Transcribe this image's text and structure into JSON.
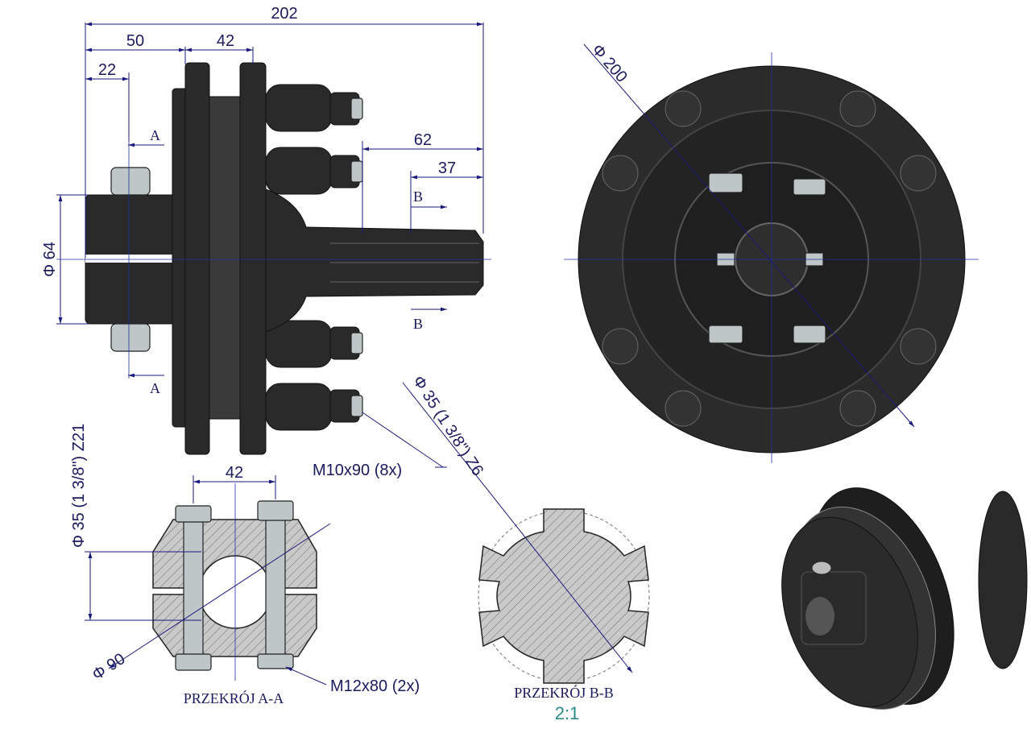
{
  "side_view": {
    "dim_overall": "202",
    "dim_50": "50",
    "dim_42": "42",
    "dim_22": "22",
    "dim_62": "62",
    "dim_37": "37",
    "dia_64": "Φ 64",
    "section_a_top": "A",
    "section_a_bottom": "A",
    "section_b_top": "B",
    "section_b_bottom": "B",
    "bolt_spec": "M10x90 (8x)"
  },
  "front_view": {
    "dia_200": "Φ 200"
  },
  "section_aa": {
    "bore_spec": "Φ 35  (1 3/8\") Z21",
    "dim_42": "42",
    "dia_90": "Φ 90",
    "bolt_spec": "M12x80 (2x)",
    "title": "PRZEKRÓJ A-A"
  },
  "section_bb": {
    "shaft_spec": "Φ 35  (1 3/8\") Z6",
    "title": "PRZEKRÓJ B-B",
    "scale": "2:1"
  },
  "colors": {
    "dimension": "#1a1a5e",
    "part": "#2a2a2a",
    "scale": "#2a8a8a"
  }
}
